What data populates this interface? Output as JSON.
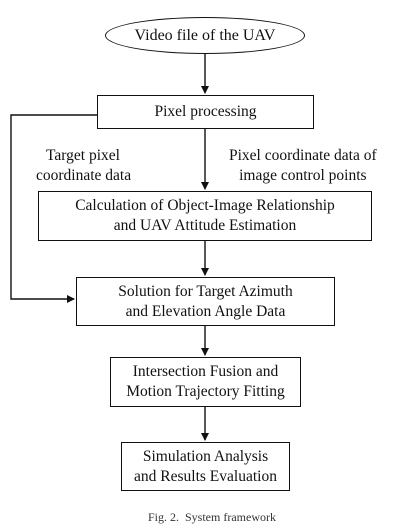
{
  "flowchart": {
    "start": "Video file of the UAV",
    "pixel_processing": "Pixel processing",
    "calc": {
      "line1": "Calculation of Object-Image Relationship",
      "line2": "and UAV Attitude Estimation"
    },
    "solution": {
      "line1": "Solution for Target Azimuth",
      "line2": "and Elevation Angle Data"
    },
    "fusion": {
      "line1": "Intersection Fusion and",
      "line2": "Motion Trajectory Fitting"
    },
    "simulation": {
      "line1": "Simulation Analysis",
      "line2": "and Results Evaluation"
    },
    "labels": {
      "target_pixel": {
        "line1": "Target pixel",
        "line2": "coordinate data"
      },
      "control_points": {
        "line1": "Pixel coordinate data of",
        "line2": "image control points"
      }
    }
  },
  "caption": "Fig. 2.  System framework"
}
